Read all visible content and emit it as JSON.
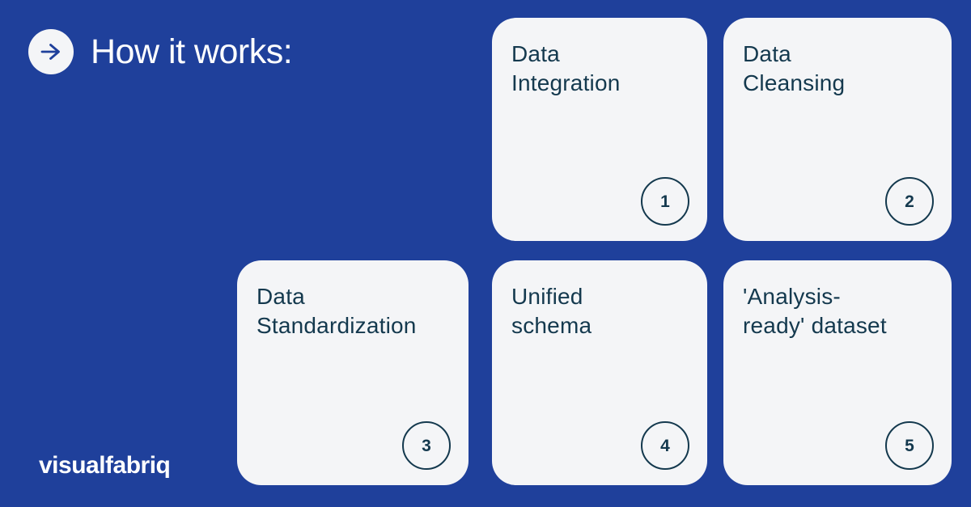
{
  "header": {
    "title": "How it works:",
    "icon": "arrow-right-icon"
  },
  "cards": [
    {
      "label": "Data\nIntegration",
      "number": "1"
    },
    {
      "label": "Data\nCleansing",
      "number": "2"
    },
    {
      "label": "Data\nStandardization",
      "number": "3"
    },
    {
      "label": "Unified\nschema",
      "number": "4"
    },
    {
      "label": "'Analysis-\nready' dataset",
      "number": "5"
    }
  ],
  "logo": "visualfabriq",
  "colors": {
    "background": "#1f409b",
    "card_background": "#f4f5f7",
    "text_dark": "#14394e",
    "text_light": "#ffffff"
  }
}
